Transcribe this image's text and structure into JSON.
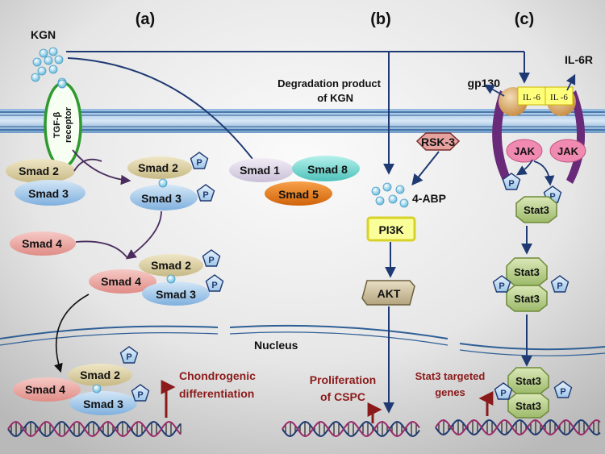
{
  "panels": {
    "a": "(a)",
    "b": "(b)",
    "c": "(c)"
  },
  "kgn": "KGN",
  "degradation": {
    "line1": "Degradation product",
    "line2": "of KGN"
  },
  "tgf": {
    "line1": "TGF-β",
    "line2": "receptor"
  },
  "smad": {
    "s1": "Smad 1",
    "s2": "Smad 2",
    "s3": "Smad 3",
    "s4": "Smad 4",
    "s5": "Smad 5",
    "s8": "Smad 8"
  },
  "p": "P",
  "rsk3": "RSK-3",
  "abp": "4-ABP",
  "pi3k": "PI3K",
  "akt": "AKT",
  "gp130": "gp130",
  "il6r": "IL-6R",
  "il6": "IL -6",
  "jak": "JAK",
  "stat3": "Stat3",
  "nucleus": "Nucleus",
  "outcomes": {
    "chondro1": "Chondrogenic",
    "chondro2": "differentiation",
    "prolif1": "Proliferation",
    "prolif2": "of CSPC",
    "stat1": "Stat3 targeted",
    "stat2": "genes"
  },
  "colors": {
    "pathway": "#1f3a73",
    "outcome": "#8b1a1a",
    "membrane": "#5a8fc8"
  }
}
